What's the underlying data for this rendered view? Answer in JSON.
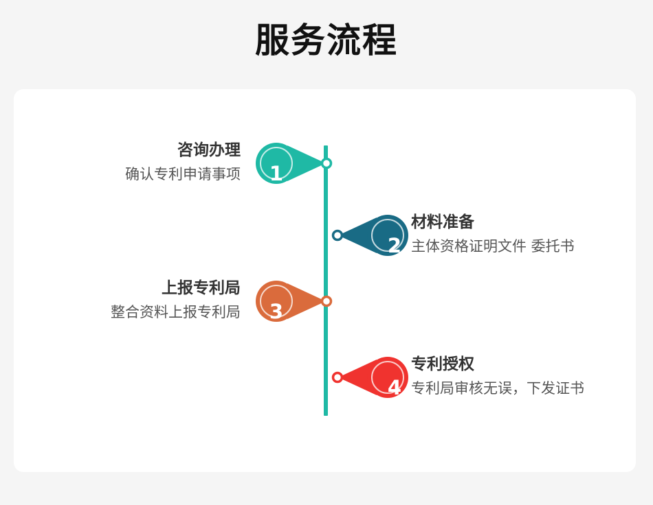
{
  "page": {
    "title": "服务流程",
    "background_color": "#f5f5f5",
    "card_color": "#ffffff"
  },
  "timeline": {
    "orientation": "vertical",
    "line_color": "#1fb9a5",
    "node_shape": "hollow-circle"
  },
  "steps": [
    {
      "number": "1",
      "title": "咨询办理",
      "description": "确认专利申请事项",
      "side": "left",
      "color": "#1fb9a5"
    },
    {
      "number": "2",
      "title": "材料准备",
      "description": "主体资格证明文件 委托书",
      "side": "right",
      "color": "#196b85"
    },
    {
      "number": "3",
      "title": "上报专利局",
      "description": "整合资料上报专利局",
      "side": "left",
      "color": "#da6b3c"
    },
    {
      "number": "4",
      "title": "专利授权",
      "description": "专利局审核无误，下发证书",
      "side": "right",
      "color": "#f0332f"
    }
  ]
}
